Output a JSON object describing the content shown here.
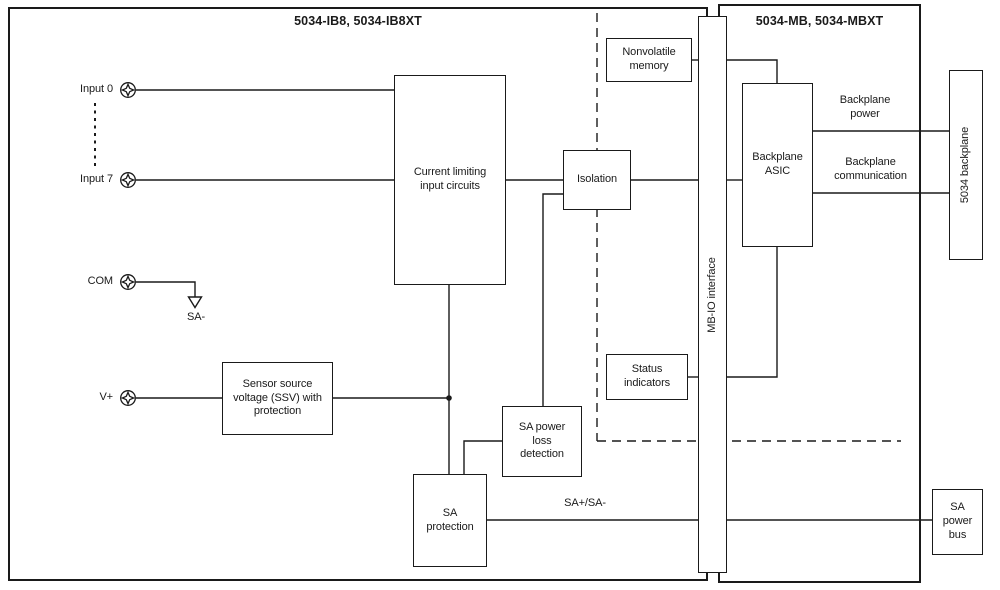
{
  "diagram": {
    "left_section_title": "5034-IB8, 5034-IB8XT",
    "right_section_title": "5034-MB, 5034-MBXT"
  },
  "terminals": {
    "input0": "Input 0",
    "input7": "Input 7",
    "com": "COM",
    "v_plus": "V+"
  },
  "wire_labels": {
    "sa_minus": "SA-",
    "sa_bus": "SA+/SA-",
    "backplane_power": "Backplane power",
    "backplane_communication": "Backplane communication"
  },
  "blocks": {
    "current_limiting": "Current limiting input circuits",
    "isolation": "Isolation",
    "nonvolatile_memory": "Nonvolatile memory",
    "mb_io_interface": "MB-IO interface",
    "backplane_asic": "Backplane ASIC",
    "status_indicators": "Status indicators",
    "ssv": "Sensor source voltage (SSV) with protection",
    "sa_power_loss": "SA power loss detection",
    "sa_protection": "SA protection",
    "backplane_5034": "5034 backplane",
    "sa_power_bus": "SA power bus"
  },
  "colors": {
    "line": "#1a1a1a",
    "background": "#ffffff"
  }
}
